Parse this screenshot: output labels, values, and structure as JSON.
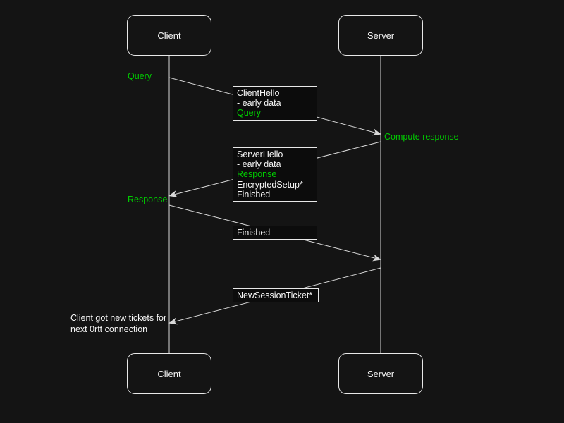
{
  "colors": {
    "background": "#141414",
    "box_fill": "#0c0c0c",
    "border": "#e8e8e8",
    "text": "#f5f5f5",
    "line": "#d8d8d8",
    "green": "#00cc00"
  },
  "actors": {
    "top": {
      "client": "Client",
      "server": "Server"
    },
    "bottom": {
      "client": "Client",
      "server": "Server"
    }
  },
  "annotations": {
    "query": {
      "text": "Query",
      "color": "green"
    },
    "compute_response": {
      "text": "Compute response",
      "color": "green"
    },
    "response": {
      "text": "Response",
      "color": "green"
    },
    "note": {
      "color": "white",
      "lines": [
        "Client got new tickets for",
        "next 0rtt connection"
      ]
    }
  },
  "messages": {
    "client_hello": {
      "from": "client",
      "to": "server",
      "lines": [
        {
          "text": "ClientHello",
          "color": "white"
        },
        {
          "text": "- early data",
          "color": "white"
        },
        {
          "text": "Query",
          "color": "green"
        }
      ]
    },
    "server_hello": {
      "from": "server",
      "to": "client",
      "lines": [
        {
          "text": "ServerHello",
          "color": "white"
        },
        {
          "text": "- early data",
          "color": "white"
        },
        {
          "text": "Response",
          "color": "green"
        },
        {
          "text": "EncryptedSetup*",
          "color": "white"
        },
        {
          "text": "Finished",
          "color": "white"
        }
      ]
    },
    "finished": {
      "from": "client",
      "to": "server",
      "lines": [
        {
          "text": "Finished",
          "color": "white"
        }
      ]
    },
    "new_session_ticket": {
      "from": "server",
      "to": "client",
      "lines": [
        {
          "text": "NewSessionTicket*",
          "color": "white"
        }
      ]
    }
  }
}
